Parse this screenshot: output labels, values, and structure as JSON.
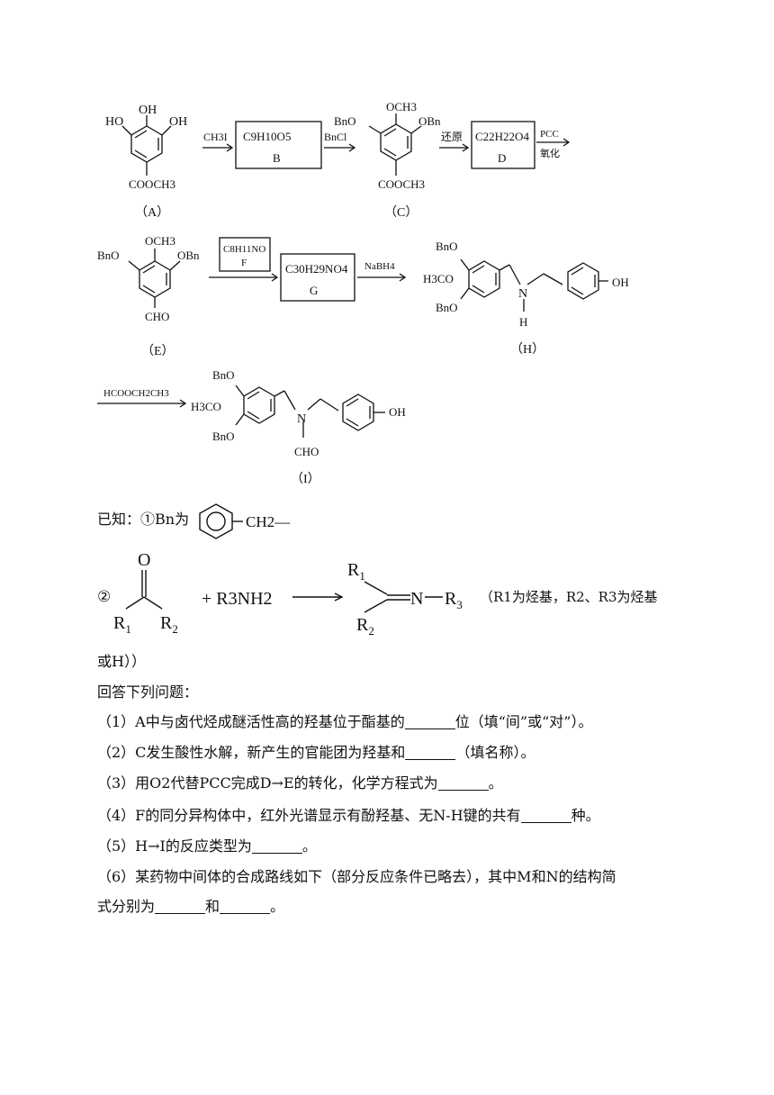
{
  "scheme": {
    "A": {
      "top": [
        "HO",
        "OH",
        "OH"
      ],
      "bottom": "COOCH3",
      "label": "（A）"
    },
    "step1": {
      "reagent": "CH3I",
      "box": "C9H10O5",
      "box_label": "B",
      "reagent2": "BnCl"
    },
    "C": {
      "top": "OCH3",
      "left": "BnO",
      "right": "OBn",
      "bottom": "COOCH3",
      "label": "（C）"
    },
    "step2": {
      "reagent": "还原",
      "box": "C22H22O4",
      "box_label": "D",
      "reagent2_top": "PCC",
      "reagent2_bottom": "氧化"
    },
    "E": {
      "top": "OCH3",
      "left": "BnO",
      "right": "OBn",
      "bottom": "CHO",
      "label": "（E）"
    },
    "step3": {
      "box_small": "C8H11NO",
      "box_small_label": "F",
      "box": "C30H29NO4",
      "box_label": "G",
      "reagent2": "NaBH4"
    },
    "H": {
      "label": "（H）",
      "groups": [
        "BnO",
        "H3CO",
        "BnO",
        "N",
        "H",
        "OH"
      ]
    },
    "step4": {
      "reagent": "HCOOCH2CH3"
    },
    "I": {
      "label": "（I）",
      "groups": [
        "BnO",
        "H3CO",
        "BnO",
        "N",
        "CHO",
        "OH"
      ]
    }
  },
  "known": {
    "intro": "已知：①Bn为",
    "bn_group": "CH2—",
    "reaction_num": "②",
    "reagent": "+ R3NH2",
    "note1": "（R1为烃基，R2、R3为烃基",
    "note2": "或H））"
  },
  "prompt": "回答下列问题：",
  "questions": [
    "（1）A中与卤代烃成醚活性高的羟基位于酯基的",
    "位（填“间”或“对”）。",
    "（2）C发生酸性水解，新产生的官能团为羟基和",
    "（填名称）。",
    "（3）用O2代替PCC完成D→E的转化，化学方程式为",
    "。",
    "（4）F的同分异构体中，红外光谱显示有酚羟基、无N-H键的共有",
    "种。",
    "（5）H→I的反应类型为",
    "。",
    "（6）某药物中间体的合成路线如下（部分反应条件已略去），其中M和N的结构简",
    "式分别为",
    "和",
    "。"
  ]
}
